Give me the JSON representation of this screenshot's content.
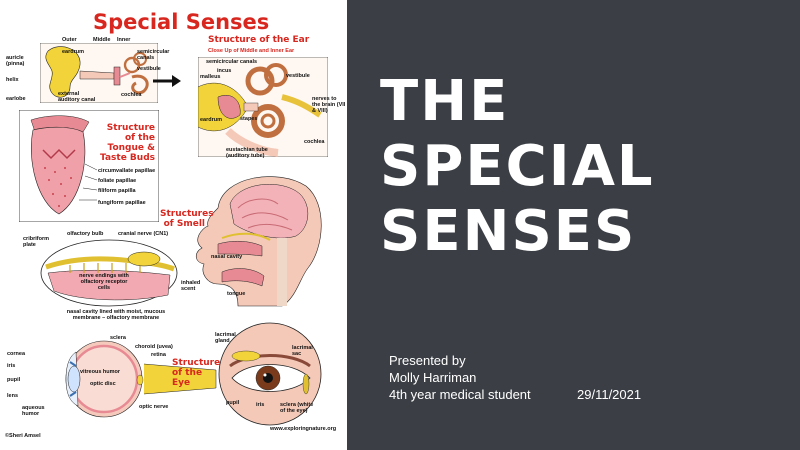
{
  "slide": {
    "title_lines": [
      "THE",
      "SPECIAL",
      "SENSES"
    ],
    "presenter": {
      "presented_by": "Presented by",
      "name": "Molly Harriman",
      "role": "4th year medical student",
      "date": "29/11/2021"
    },
    "colors": {
      "background": "#3b3f45",
      "title": "#ffffff",
      "accent_red": "#d8271f"
    }
  },
  "illustration": {
    "title": "Special Senses",
    "ear": {
      "heading": "Structure of the Ear",
      "closeup": "Close Up of Middle and Inner Ear",
      "labels": {
        "outer": "Outer",
        "middle": "Middle",
        "inner": "Inner",
        "eardrum": "eardrum",
        "auricle": "auricle (pinna)",
        "helix": "helix",
        "earlobe": "earlobe",
        "external_canal": "external auditory canal",
        "semicircular": "semicircular canals",
        "vestibule": "vestibule",
        "cochlea": "cochlea"
      },
      "closeup_labels": {
        "semicircular": "semicircular canals",
        "incus": "incus",
        "malleus": "malleus",
        "vestibule": "vestibule",
        "eardrum": "eardrum",
        "stapes": "stapes",
        "nerves": "nerves to the brain (VII & VIII)",
        "cochlea": "cochlea",
        "eustachian": "eustachian tube (auditory tube)"
      }
    },
    "tongue": {
      "heading": "Structure of the Tongue & Taste Buds",
      "labels": {
        "circumvallate": "circumvallate papillae",
        "foliate": "foliate papillae",
        "filiform": "filiform papilla",
        "fungiform": "fungiform papillae"
      }
    },
    "smell": {
      "heading": "Structures of Smell",
      "labels": {
        "olfactory_bulb": "olfactory bulb",
        "cranial_nerve": "cranial nerve (CN1)",
        "cribriform": "cribriform plate",
        "nerve_endings": "nerve endings with olfactory receptor cells",
        "nasal_cavity": "nasal cavity",
        "inhaled": "inhaled scent",
        "tongue": "tongue",
        "lining": "nasal cavity lined with moist, mucous membrane – olfactory membrane"
      }
    },
    "eye": {
      "heading": "Structure of the Eye",
      "labels": {
        "sclera": "sclera",
        "choroid": "choroid (uvea)",
        "retina": "retina",
        "cornea": "cornea",
        "iris": "iris",
        "pupil": "pupil",
        "lens": "lens",
        "vitreous": "vitreous humor",
        "optic_disc": "optic disc",
        "optic_nerve": "optic nerve",
        "aqueous": "aqueous humor",
        "lacrimal_gland": "lacrimal gland",
        "lacrimal_sac": "lacrimal sac",
        "pupil2": "pupil",
        "iris2": "iris",
        "sclera2": "sclera (white of the eye)"
      }
    },
    "credit_left": "©Sheri Amsel",
    "credit_right": "www.exploringnature.org",
    "colors": {
      "skin": "#f4c9b8",
      "pink": "#e88a93",
      "yellow": "#f2d43a",
      "outline": "#2a2a2a"
    }
  }
}
